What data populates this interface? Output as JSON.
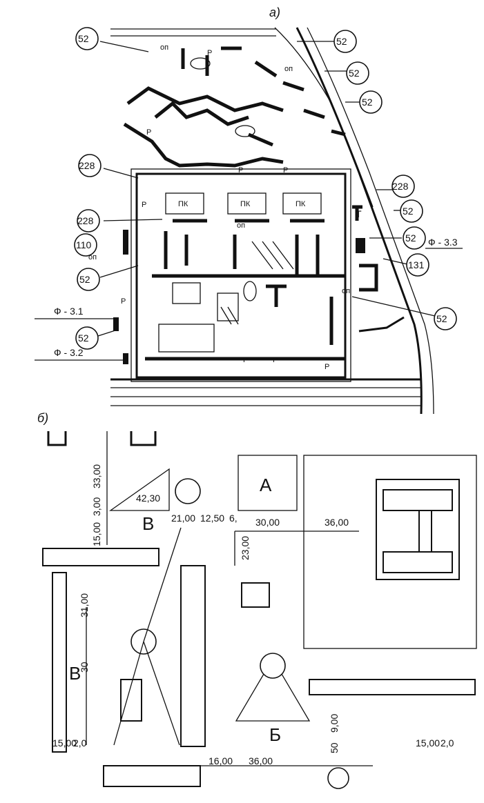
{
  "plan_a": {
    "panel_label": "а)",
    "callouts_right": [
      "52",
      "52",
      "52",
      "228",
      "52",
      "52",
      "131",
      "52"
    ],
    "callouts_left": [
      "52",
      "228",
      "228",
      "110",
      "52",
      "52"
    ],
    "facade_right": "Ф - 3.3",
    "facade_left_1": "Ф - 3.1",
    "facade_left_2": "Ф - 3.2",
    "letter_parking": "Р",
    "letter_pk": "ПК",
    "letter_op": "оп",
    "letter_t": "Т"
  },
  "plan_b": {
    "panel_label": "б)",
    "zone_a": "А",
    "zone_b": "Б",
    "zone_v_top": "В",
    "zone_v_left": "В",
    "dimensions": {
      "d4230": "42,30",
      "d3300": "33,00",
      "d3000": "3,00",
      "d1500a": "15,00",
      "d2100": "21,00",
      "d1250": "12,50",
      "d6": "6,",
      "d3000b": "30,00",
      "d3600a": "36,00",
      "d2300": "23,00",
      "d3100": "31,00",
      "d30": "30",
      "d1500b": "15,00",
      "d20a": "2,0",
      "d1600": "16,00",
      "d3600b": "36,00",
      "d900": "9,00",
      "d50": "50",
      "d1500c": "15,00",
      "d20b": "2,0"
    }
  }
}
